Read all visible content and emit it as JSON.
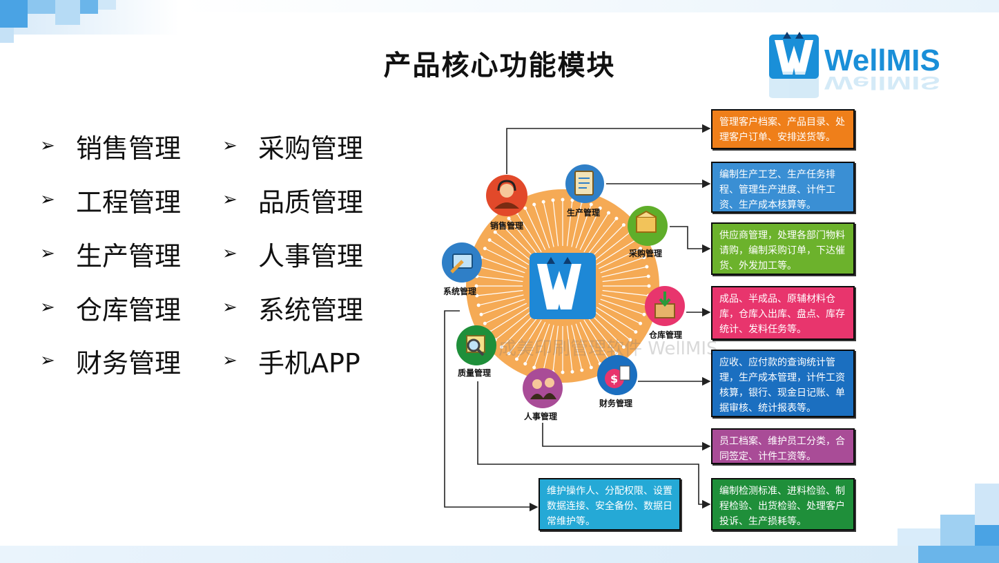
{
  "title": "产品核心功能模块",
  "logo_text": "WellMIS",
  "watermark": "成美印刷管理软件 WellMIS",
  "modules_left": [
    "销售管理",
    "工程管理",
    "生产管理",
    "仓库管理",
    "财务管理"
  ],
  "modules_right": [
    "采购管理",
    "品质管理",
    "人事管理",
    "系统管理",
    "手机APP"
  ],
  "arrow_glyph": "➢",
  "nodes": {
    "sales": "销售管理",
    "production": "生产管理",
    "purchase": "采购管理",
    "system": "系统管理",
    "warehouse": "仓库管理",
    "quality": "质量管理",
    "finance": "财务管理",
    "hr": "人事管理"
  },
  "descriptions": {
    "sales": "管理客户档案、产品目录、处理客户订单、安排送货等。",
    "production": "编制生产工艺、生产任务排程、管理生产进度、计件工资、生产成本核算等。",
    "purchase": "供应商管理，处理各部门物料请购，编制采购订单，下达催货、外发加工等。",
    "warehouse": "成品、半成品、原辅材料仓库，仓库入出库、盘点、库存统计、发料任务等。",
    "finance": "应收、应付款的查询统计管理，生产成本管理，计件工资核算，银行、现金日记账、单据审核、统计报表等。",
    "hr": "员工档案、维护员工分类，合同签定、计件工资等。",
    "quality": "编制检测标准、进料检验、制程检验、出货检验、处理客户投诉、生产损耗等。",
    "system": "维护操作人、分配权限、设置数据连接、安全备份、数据日常维护等。"
  },
  "colors": {
    "sales_box": "#ef7f1a",
    "production_box": "#3a8fd4",
    "purchase_box": "#6cb22c",
    "warehouse_box": "#e8356d",
    "finance_box": "#1b6fc0",
    "hr_box": "#a94c97",
    "quality_box": "#1f8f3a",
    "system_box": "#25a9d6",
    "ring": "#f5aa55",
    "center_logo": "#1e88d6"
  },
  "icons": {
    "sales": "customer-service-icon",
    "production": "clipboard-icon",
    "purchase": "cart-package-icon",
    "system": "wrench-monitor-icon",
    "warehouse": "box-download-icon",
    "quality": "magnifier-icon",
    "finance": "money-bag-icon",
    "hr": "people-icon"
  }
}
